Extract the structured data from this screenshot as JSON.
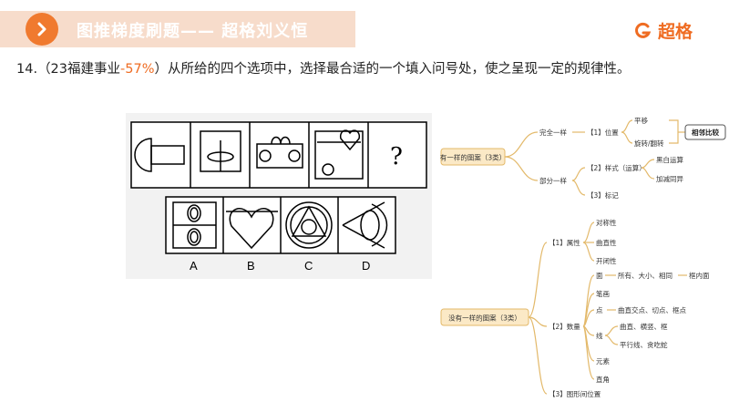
{
  "header": {
    "title": "图推梯度刷题—— 超格刘义恒",
    "brand": "超格",
    "accent": "#f07a2f",
    "icon": "chevron-right-icon",
    "brand_icon": "brand-g-icon"
  },
  "question": {
    "number": "14.",
    "source_prefix": "（23福建事业",
    "rate": "-57%",
    "source_suffix": "）",
    "text": "从所给的四个选项中，选择最合适的一个填入问号处，使之呈现一定的规律性。"
  },
  "puzzle": {
    "question_mark": "?",
    "options": [
      "A",
      "B",
      "C",
      "D"
    ]
  },
  "mindmap": {
    "same": {
      "root": "有一样的图案（3类）",
      "full": "完全一样",
      "position": "【1】位置",
      "translate": "平移",
      "rotate": "旋转/翻转",
      "compare": "相邻比较",
      "partial": "部分一样",
      "style": "【2】样式（运算）",
      "bw": "黑白运算",
      "addsub": "加减同异",
      "mark": "【3】标记"
    },
    "diff": {
      "root": "没有一样的图案（3类）",
      "attr": "【1】属性",
      "symmetry": "对称性",
      "curve": "曲直性",
      "open": "开闭性",
      "count": "【2】数量",
      "face": "面",
      "face_detail": "所有、大小、相同",
      "face_inner": "框内面",
      "stroke": "笔画",
      "point": "点",
      "point_detail": "曲直交点、切点、框点",
      "line": "线",
      "line_detail1": "曲直、横竖、框",
      "line_detail2": "平行线、贪吃蛇",
      "element": "元素",
      "angle": "直角",
      "relation": "【3】图形间位置"
    }
  }
}
